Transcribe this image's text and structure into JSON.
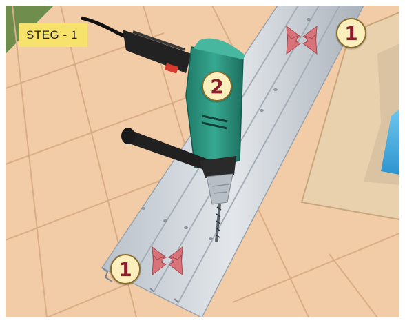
{
  "step_label": "STEG - 1",
  "callouts": [
    {
      "number": "1"
    },
    {
      "number": "2"
    },
    {
      "number": "1"
    }
  ],
  "colors": {
    "step_badge_bg": "#f7e26b",
    "callout_fill": "#fbf0bd",
    "callout_number": "#8c1c2c",
    "clamp_arrows": "#d9737a",
    "drill_body": "#2f9a85",
    "rail": "#cfd5dc",
    "tiles": "#f0c9a3",
    "pool_water": "#4fb8e6"
  },
  "icons": [
    "drill-icon",
    "clamp-arrows-icon",
    "aluminium-rail"
  ]
}
